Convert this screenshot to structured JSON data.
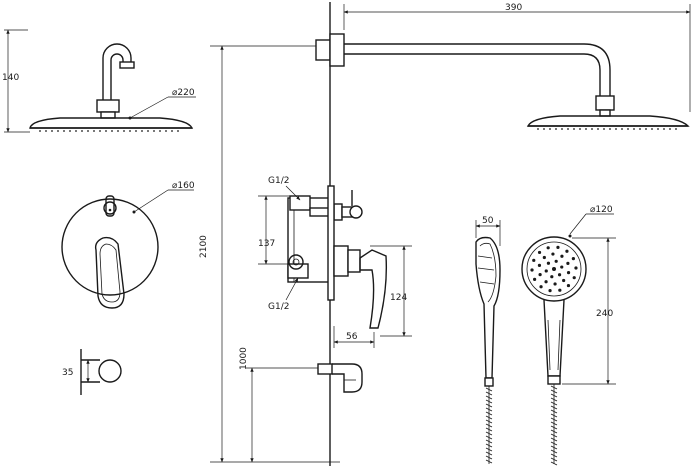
{
  "dimensions": {
    "arm_length": "390",
    "head_height": "140",
    "head_diameter": "⌀220",
    "plate_diameter": "⌀160",
    "outlet_size": "35",
    "total_height": "2100",
    "outlet_height": "1000",
    "connection_top": "G1/2",
    "connection_bottom": "G1/2",
    "connection_spacing": "137",
    "valve_height": "124",
    "valve_depth": "56",
    "hand_shower_width": "50",
    "hand_shower_diameter": "⌀120",
    "hand_shower_length": "240"
  },
  "colors": {
    "line": "#1a1a1a",
    "background": "#ffffff"
  }
}
